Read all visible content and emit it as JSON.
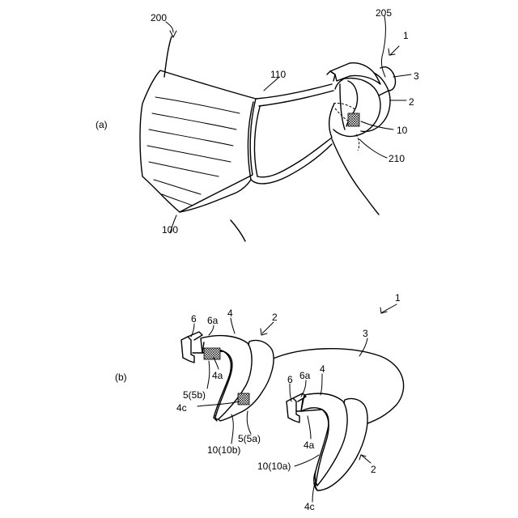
{
  "panels": {
    "a": {
      "tag": "(a)",
      "refs": {
        "r200": "200",
        "r205": "205",
        "r1": "1",
        "r110": "110",
        "r3": "3",
        "r2": "2",
        "r10": "10",
        "r210": "210",
        "r100": "100"
      }
    },
    "b": {
      "tag": "(b)",
      "refs": {
        "r1": "1",
        "r6_left": "6",
        "r6a_left": "6a",
        "r4_left": "4",
        "r2_left": "2",
        "r3": "3",
        "r4a_left": "4a",
        "r5b": "5(5b)",
        "r4c_left": "4c",
        "r6_right": "6",
        "r6a_right": "6a",
        "r4_right": "4",
        "r5a": "5(5a)",
        "r10b": "10(10b)",
        "r4a_right": "4a",
        "r10a": "10(10a)",
        "r2_right": "2",
        "r4c_right": "4c"
      }
    }
  }
}
